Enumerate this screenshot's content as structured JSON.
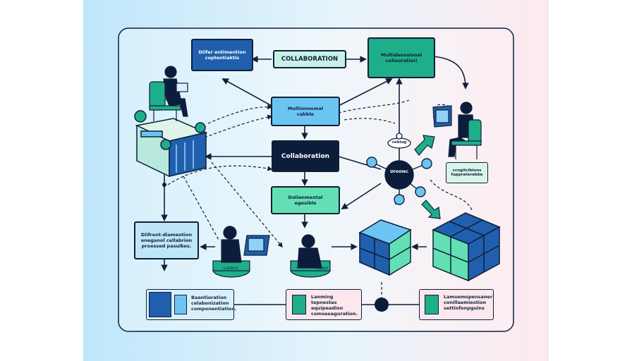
{
  "nodes": {
    "top_left": {
      "text": "Diifer entimention\ncoptentiaktis",
      "color": "#1f5fae"
    },
    "top_center": {
      "text": "COLLABORATION",
      "color": "#c9f1e6"
    },
    "top_right": {
      "text": "Multidaensional\ncoliouratiori",
      "color": "#1fae8a"
    },
    "mid_upper": {
      "text": "Multionnemal\ncabble",
      "color": "#6cc4f2"
    },
    "collab_center": {
      "text": "Collaboration",
      "color": "#0c1d3b"
    },
    "mid_lower": {
      "text": "Dolienmental\negesible",
      "color": "#63e0b3"
    },
    "left_lower": {
      "text": "Diifrent-diamention\neneganol cellabrion\nproessed pasulkes.",
      "color": "#bfe6f6"
    },
    "hub": {
      "text": "Droolec",
      "color": "#0c1d3b"
    },
    "right_card": {
      "text": "ccngitcibions\nfuppraterabbe",
      "color": "#d7f6e8"
    },
    "cebiug": {
      "text": "cebiug"
    },
    "cabin_left": {
      "text": "Calbco"
    },
    "cabin_center": {
      "text": "Colon"
    }
  },
  "legend": [
    {
      "text": "Baantioration\ncelabonization\ncomponentiation.",
      "swatch": "#6cc4f2",
      "bg": "#d9f0fb"
    },
    {
      "text": "Lanming tepnestas\nequipeadion\ncomseeaguration.",
      "swatch": "#1fae8a",
      "bg": "#fbe7ec"
    },
    {
      "text": "Lamuemspensaner\nconillaemiestion\nsettinfonpguins",
      "swatch": "#1fae8a",
      "bg": "#fbe7ec"
    }
  ],
  "colors": {
    "background_left": "#bfe6fb",
    "background_right": "#fde9ee",
    "ink": "#0f1f3a",
    "blue": "#1f5fae",
    "teal": "#1fae8a",
    "mint": "#63e0b3"
  },
  "icons": [
    "person-at-laptop-icon",
    "server-cube-icon",
    "split-cube-icon",
    "grid-cube-icon",
    "hub-node-icon",
    "arrow-icon"
  ]
}
